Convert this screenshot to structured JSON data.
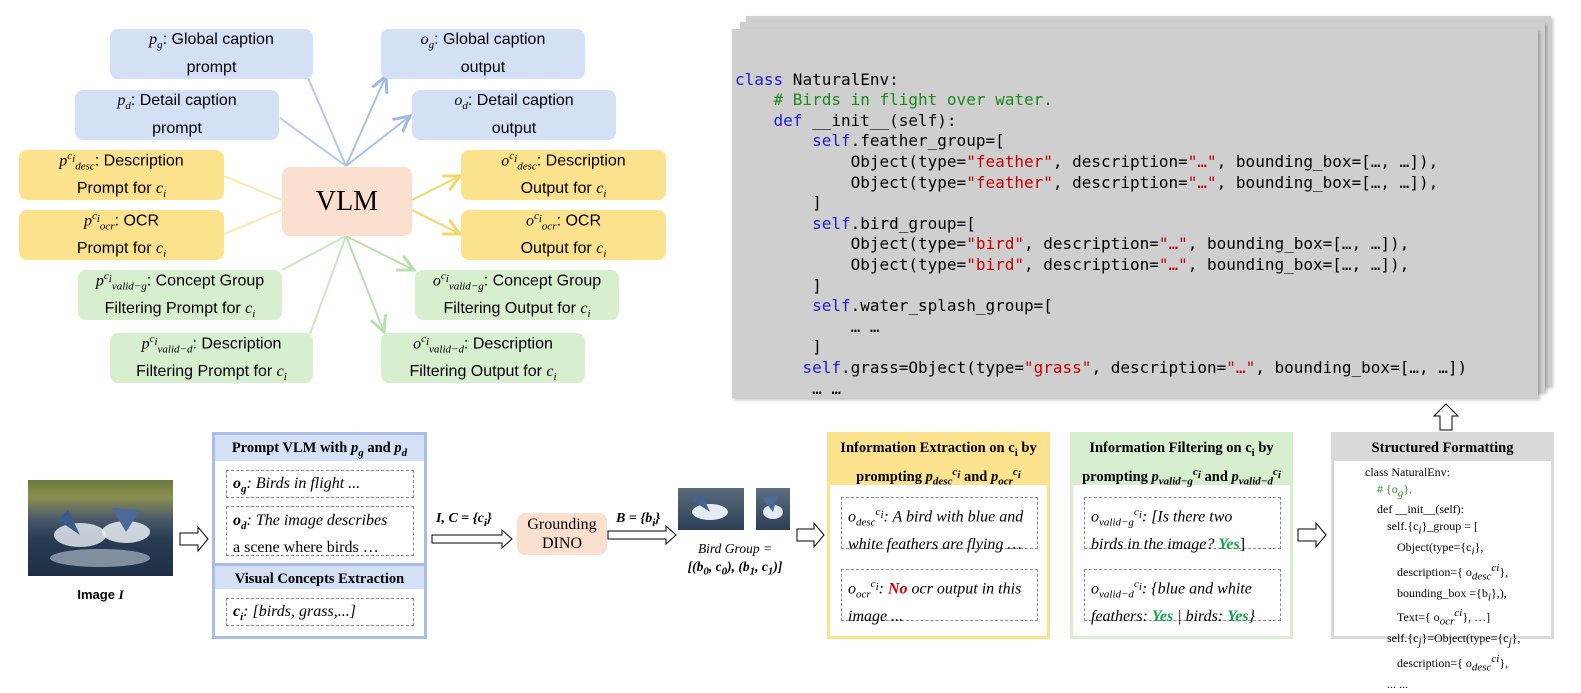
{
  "hub": {
    "center": "VLM",
    "prompts": [
      {
        "sym": "p",
        "sub": "g",
        "sup": "",
        "line1": ": Global caption",
        "line2": "prompt"
      },
      {
        "sym": "p",
        "sub": "d",
        "sup": "",
        "line1": ": Detail caption",
        "line2": "prompt"
      },
      {
        "sym": "p",
        "sub": "desc",
        "sup": "ci",
        "line1": ": Description",
        "line2": "Prompt for"
      },
      {
        "sym": "p",
        "sub": "ocr",
        "sup": "ci",
        "line1": ": OCR",
        "line2": "Prompt for"
      },
      {
        "sym": "p",
        "sub": "valid−g",
        "sup": "ci",
        "line1": ": Concept Group",
        "line2": "Filtering Prompt for"
      },
      {
        "sym": "p",
        "sub": "valid−d",
        "sup": "ci",
        "line1": ": Description",
        "line2": "Filtering Prompt for"
      }
    ],
    "outputs": [
      {
        "sym": "o",
        "sub": "g",
        "sup": "",
        "line1": ": Global caption",
        "line2": "output"
      },
      {
        "sym": "o",
        "sub": "d",
        "sup": "",
        "line1": ": Detail caption",
        "line2": "output"
      },
      {
        "sym": "o",
        "sub": "desc",
        "sup": "ci",
        "line1": ": Description",
        "line2": "Output for"
      },
      {
        "sym": "o",
        "sub": "ocr",
        "sup": "ci",
        "line1": ": OCR",
        "line2": "Output for"
      },
      {
        "sym": "o",
        "sub": "valid−g",
        "sup": "ci",
        "line1": ": Concept Group",
        "line2": "Filtering Output for"
      },
      {
        "sym": "o",
        "sub": "valid−d",
        "sup": "ci",
        "line1": ": Description",
        "line2": "Filtering Output for"
      }
    ],
    "ci": "c",
    "ci_sub": "i"
  },
  "code": {
    "l1_kw": "class",
    "l1": " NaturalEnv:",
    "l2": "# Birds in flight over water.",
    "l3_kw": "def",
    "l3": " __init__(self):",
    "self": "self",
    "l4": ".feather_group=[",
    "obj_pre": "Object(type=",
    "feather": "\"feather\"",
    "desc_pre": ", description=",
    "ellipsis_str": "\"…\"",
    "bbox": ", bounding_box=[…, …]),",
    "close": "]",
    "l8": ".bird_group=[",
    "bird": "\"bird\"",
    "l12": ".water_splash_group=[",
    "l13": "… …",
    "l15": ".grass=Object(type=",
    "grass": "\"grass\"",
    "bbox_last": ", bounding_box=[…, …])",
    "l16": "… …"
  },
  "pipeline": {
    "image_label": "Image",
    "image_sym": "I",
    "prompt_panel_title": "Prompt VLM with",
    "pg": "p",
    "pg_sub": "g",
    "and": "and",
    "pd": "p",
    "pd_sub": "d",
    "og_sym": "o",
    "og_sub": "g",
    "og_text": ": Birds in flight ...",
    "od_sym": "o",
    "od_sub": "d",
    "od_text1": ": The image describes",
    "od_text2": "a scene where birds …",
    "concepts_title": "Visual Concepts Extraction",
    "ci_text": ": [birds, grass,...]",
    "arrow1_label": "I, C = {c",
    "arrow1_end": "}",
    "grounding": "Grounding DINO",
    "arrow2_label": "B = {b",
    "arrow2_end": "}",
    "bird_group_label": "Bird Group =",
    "bird_group_value": "[(b0, c0), (b1, c1)]",
    "extract_title1": "Information Extraction on c",
    "extract_title2": " by",
    "extract_title3": "prompting",
    "extract_desc_text": ": A bird with blue and white feathers are flying …",
    "extract_ocr_no": "No",
    "extract_ocr_text": " ocr output in this image ...",
    "filter_title1": "Information Filtering on c",
    "filter_title2": " by",
    "filter_title3": "prompting",
    "filter_g_text1": ": [Is there two",
    "filter_g_text2": "birds in the image?",
    "filter_yes": "Yes",
    "filter_d_text1": ": {blue and white",
    "filter_d_text2": "feathers:",
    "filter_d_text3": "| birds:",
    "structured_title": "Structured Formatting",
    "sf": {
      "l1": "class NaturalEnv:",
      "l2": "# {o",
      "l3": "def __init__(self):",
      "l4a": "self.{c",
      "l4b": "}_group = [",
      "l5": "Object(type={c",
      "l6": "description={ o",
      "l7": "bounding_box ={b",
      "l8": "Text={ o",
      "l9a": "self.{c",
      "l9b": "}=Object(type={c",
      "l10": "description={ o",
      "l11": "... ..."
    }
  },
  "colors": {
    "blue": "#d4e0f6",
    "yellow": "#fde28e",
    "green": "#d7efcf",
    "peach": "#fbe0cf",
    "panel_blue": "#a9bde6",
    "panel_yellow": "#fde28e",
    "panel_green": "#d7efcf",
    "panel_gray": "#d9d9d9"
  }
}
